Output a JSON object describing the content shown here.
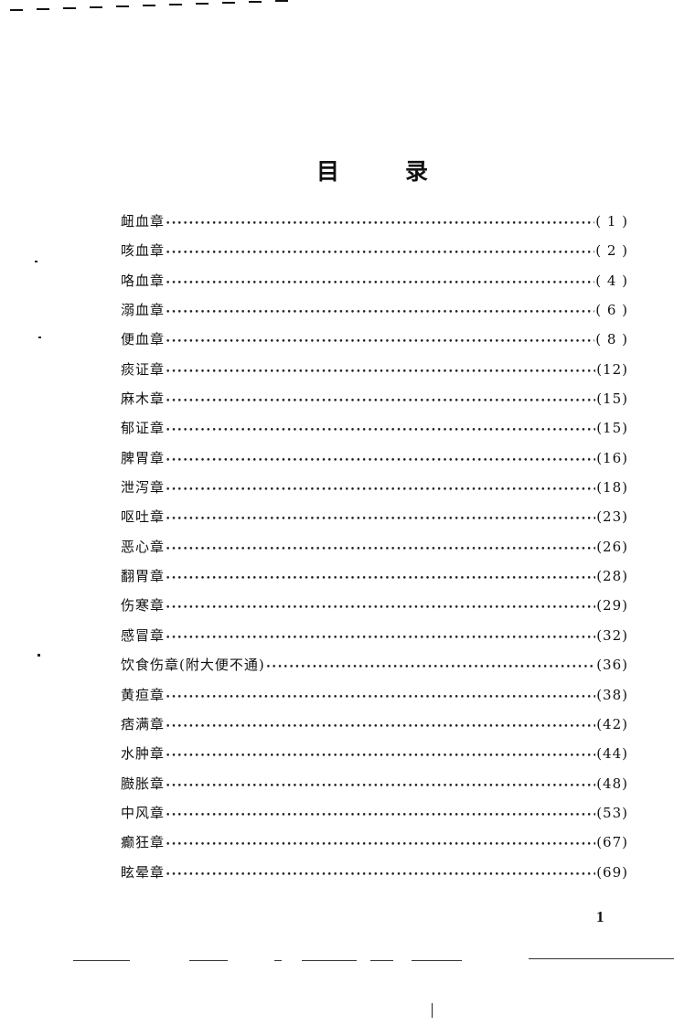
{
  "page": {
    "title_chars": [
      "目",
      "录"
    ],
    "folio": "1"
  },
  "toc": {
    "entries": [
      {
        "label": "衄血章",
        "page": "( 1 )"
      },
      {
        "label": "咳血章",
        "page": "( 2 )"
      },
      {
        "label": "咯血章",
        "page": "( 4 )"
      },
      {
        "label": "溺血章",
        "page": "( 6 )"
      },
      {
        "label": "便血章",
        "page": "( 8 )"
      },
      {
        "label": "痰证章",
        "page": "(12)"
      },
      {
        "label": "麻木章",
        "page": "(15)"
      },
      {
        "label": "郁证章",
        "page": "(15)"
      },
      {
        "label": "脾胃章",
        "page": "(16)"
      },
      {
        "label": "泄泻章",
        "page": "(18)"
      },
      {
        "label": "呕吐章",
        "page": "(23)"
      },
      {
        "label": "恶心章",
        "page": "(26)"
      },
      {
        "label": "翻胃章",
        "page": "(28)"
      },
      {
        "label": "伤寒章",
        "page": "(29)"
      },
      {
        "label": "感冒章",
        "page": "(32)"
      },
      {
        "label": "饮食伤章(附大便不通)",
        "page": "(36)"
      },
      {
        "label": "黄疸章",
        "page": "(38)"
      },
      {
        "label": "痞满章",
        "page": "(42)"
      },
      {
        "label": "水肿章",
        "page": "(44)"
      },
      {
        "label": "臌胀章",
        "page": "(48)"
      },
      {
        "label": "中风章",
        "page": "(53)"
      },
      {
        "label": "癫狂章",
        "page": "(67)"
      },
      {
        "label": "眩晕章",
        "page": "(69)"
      }
    ]
  }
}
